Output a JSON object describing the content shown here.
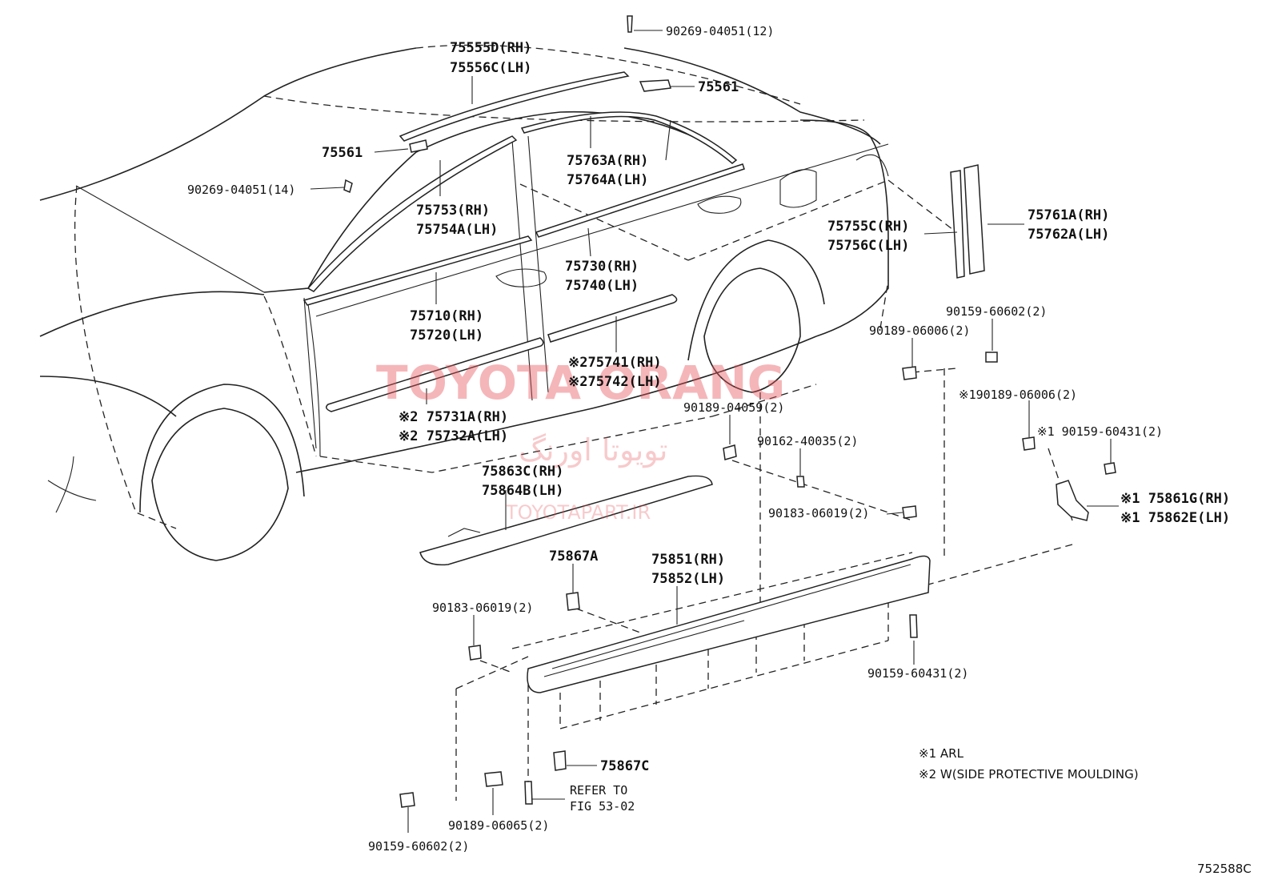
{
  "diagram_id": "752588C",
  "watermark": {
    "brand": "TOYOTA ORANG",
    "persian": "تویوتا اورنگ",
    "site": "TOYOTAPART.IR"
  },
  "parts": {
    "p90269_top": "90269-04051(12)",
    "p75555_rh": "75555D(RH)",
    "p75556_lh": "75556C(LH)",
    "p75561_right": "75561",
    "p75561_left": "75561",
    "p90269_left": "90269-04051(14)",
    "p75763_rh": "75763A(RH)",
    "p75764_lh": "75764A(LH)",
    "p75753_rh": "75753(RH)",
    "p75754_lh": "75754A(LH)",
    "p75755_rh": "75755C(RH)",
    "p75756_lh": "75756C(LH)",
    "p75761_rh": "75761A(RH)",
    "p75762_lh": "75762A(LH)",
    "p75730_rh": "75730(RH)",
    "p75740_lh": "75740(LH)",
    "p75710_rh": "75710(RH)",
    "p75720_lh": "75720(LH)",
    "p75741_rh": "※275741(RH)",
    "p75742_lh": "※275742(LH)",
    "p75731_rh": "※2 75731A(RH)",
    "p75732_lh": "※2 75732A(LH)",
    "p90159_60602_top": "90159-60602(2)",
    "p90189_06006_top": "90189-06006(2)",
    "p90189_06006_n1": "※190189-06006(2)",
    "p90159_60431_n1": "※1 90159-60431(2)",
    "p90189_04059": "90189-04059(2)",
    "p90162_40035": "90162-40035(2)",
    "p75863_rh": "75863C(RH)",
    "p75864_lh": "75864B(LH)",
    "p90183_06019_mid": "90183-06019(2)",
    "p75861_rh": "※1 75861G(RH)",
    "p75862_lh": "※1 75862E(LH)",
    "p75867A": "75867A",
    "p75851_rh": "75851(RH)",
    "p75852_lh": "75852(LH)",
    "p90183_06019_left": "90183-06019(2)",
    "p90159_60431_bottom": "90159-60431(2)",
    "p75867C": "75867C",
    "refer_line1": "REFER TO",
    "refer_line2": "FIG 53-02",
    "p90189_06065": "90189-06065(2)",
    "p90159_60602_bottom": "90159-60602(2)"
  },
  "notes": {
    "n1": "※1 ARL",
    "n2": "※2 W(SIDE PROTECTIVE MOULDING)"
  }
}
